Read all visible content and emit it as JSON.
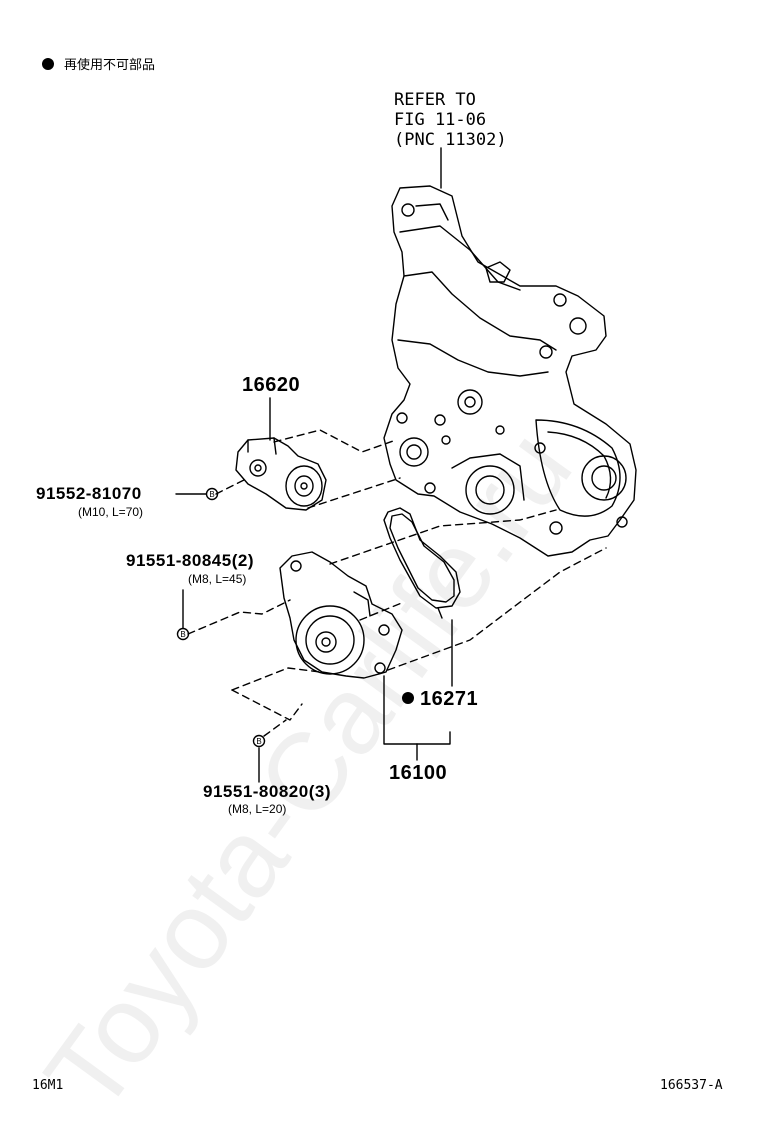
{
  "legend": {
    "text": "再使用不可部品"
  },
  "refer": {
    "text": "REFER TO\nFIG 11-06\n(PNC 11302)"
  },
  "parts": {
    "p16620": "16620",
    "p91552": "91552-81070",
    "p91552_spec": "(M10, L=70)",
    "p91551a": "91551-80845(2)",
    "p91551a_spec": "(M8, L=45)",
    "p16271": "16271",
    "p16100": "16100",
    "p91551b": "91551-80820(3)",
    "p91551b_spec": "(M8, L=20)",
    "bolt_marker": "B"
  },
  "footer": {
    "left": "16M1",
    "right": "166537-A"
  },
  "watermark": "Toyota-Carlife.ru"
}
